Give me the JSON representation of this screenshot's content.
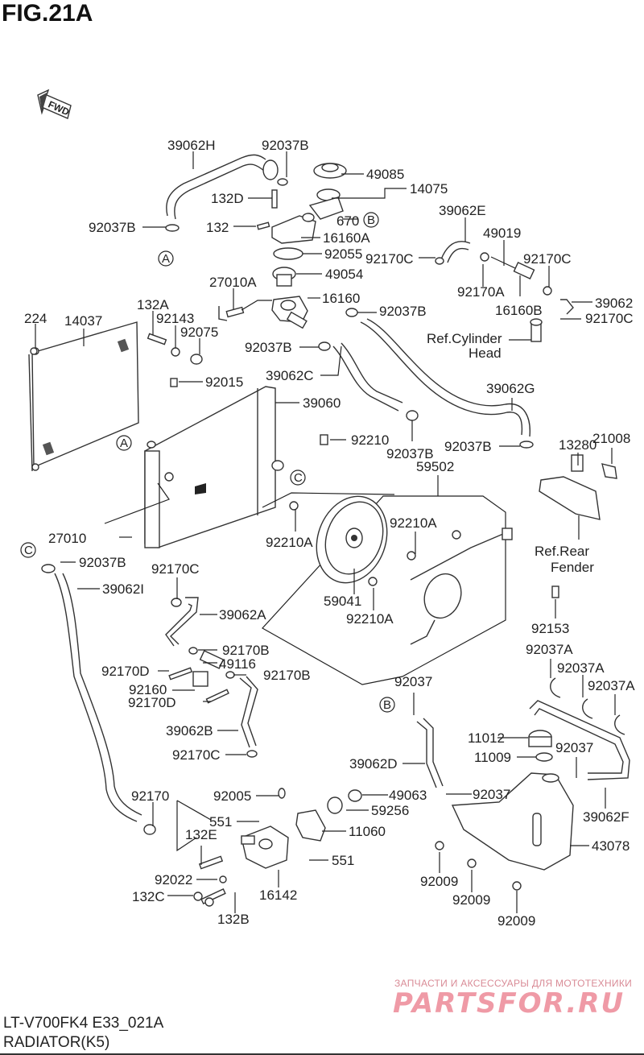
{
  "figure": {
    "title": "FIG.21A",
    "model_code": "LT-V700FK4 E33_021A",
    "section_name": "RADIATOR(K5)"
  },
  "direction_marker": {
    "icon": "fwd-arrow-icon",
    "label": "FWD"
  },
  "watermark": {
    "tagline": "ЗАПЧАСТИ И АКСЕССУАРЫ ДЛЯ МОТОТЕХНИКИ",
    "brand": "PARTSFOR.RU",
    "color": "#ef9aa6"
  },
  "reference_markers": [
    "A",
    "B",
    "C"
  ],
  "callouts": [
    {
      "id": "c01",
      "label": "39062H"
    },
    {
      "id": "c02",
      "label": "92037B"
    },
    {
      "id": "c03",
      "label": "49085"
    },
    {
      "id": "c04",
      "label": "14075"
    },
    {
      "id": "c05",
      "label": "132D"
    },
    {
      "id": "c06",
      "label": "670"
    },
    {
      "id": "c07",
      "label": "92037B"
    },
    {
      "id": "c08",
      "label": "132"
    },
    {
      "id": "c09",
      "label": "16160A"
    },
    {
      "id": "c10",
      "label": "92055"
    },
    {
      "id": "c11",
      "label": "49054"
    },
    {
      "id": "c12",
      "label": "39062E"
    },
    {
      "id": "c13",
      "label": "49019"
    },
    {
      "id": "c14",
      "label": "92170C"
    },
    {
      "id": "c15",
      "label": "92170C"
    },
    {
      "id": "c16",
      "label": "92170A"
    },
    {
      "id": "c17",
      "label": "16160B"
    },
    {
      "id": "c18",
      "label": "39062"
    },
    {
      "id": "c19",
      "label": "92170C"
    },
    {
      "id": "c20",
      "label": "Ref.Cylinder"
    },
    {
      "id": "c21",
      "label": "Head"
    },
    {
      "id": "c22",
      "label": "27010A"
    },
    {
      "id": "c23",
      "label": "16160"
    },
    {
      "id": "c24",
      "label": "92037B"
    },
    {
      "id": "c25",
      "label": "224"
    },
    {
      "id": "c26",
      "label": "14037"
    },
    {
      "id": "c27",
      "label": "132A"
    },
    {
      "id": "c28",
      "label": "92143"
    },
    {
      "id": "c29",
      "label": "92075"
    },
    {
      "id": "c30",
      "label": "92037B"
    },
    {
      "id": "c31",
      "label": "92015"
    },
    {
      "id": "c32",
      "label": "39062C"
    },
    {
      "id": "c33",
      "label": "39060"
    },
    {
      "id": "c34",
      "label": "39062G"
    },
    {
      "id": "c35",
      "label": "92210"
    },
    {
      "id": "c36",
      "label": "92037B"
    },
    {
      "id": "c37",
      "label": "92037B"
    },
    {
      "id": "c38",
      "label": "13280"
    },
    {
      "id": "c39",
      "label": "21008"
    },
    {
      "id": "c40",
      "label": "59502"
    },
    {
      "id": "c41",
      "label": "92210A"
    },
    {
      "id": "c42",
      "label": "92210A"
    },
    {
      "id": "c43",
      "label": "27010"
    },
    {
      "id": "c44",
      "label": "Ref.Rear"
    },
    {
      "id": "c45",
      "label": "Fender"
    },
    {
      "id": "c46",
      "label": "92037B"
    },
    {
      "id": "c47",
      "label": "92170C"
    },
    {
      "id": "c48",
      "label": "39062I"
    },
    {
      "id": "c49",
      "label": "59041"
    },
    {
      "id": "c50",
      "label": "92210A"
    },
    {
      "id": "c51",
      "label": "39062A"
    },
    {
      "id": "c52",
      "label": "92153"
    },
    {
      "id": "c53",
      "label": "92170B"
    },
    {
      "id": "c54",
      "label": "49116"
    },
    {
      "id": "c55",
      "label": "92037A"
    },
    {
      "id": "c56",
      "label": "92170D"
    },
    {
      "id": "c57",
      "label": "92170B"
    },
    {
      "id": "c58",
      "label": "92037A"
    },
    {
      "id": "c59",
      "label": "92160"
    },
    {
      "id": "c60",
      "label": "92037"
    },
    {
      "id": "c61",
      "label": "92037A"
    },
    {
      "id": "c62",
      "label": "92170D"
    },
    {
      "id": "c63",
      "label": "39062B"
    },
    {
      "id": "c64",
      "label": "11012"
    },
    {
      "id": "c65",
      "label": "92037"
    },
    {
      "id": "c66",
      "label": "92170C"
    },
    {
      "id": "c67",
      "label": "11009"
    },
    {
      "id": "c68",
      "label": "39062D"
    },
    {
      "id": "c69",
      "label": "92170"
    },
    {
      "id": "c70",
      "label": "92005"
    },
    {
      "id": "c71",
      "label": "49063"
    },
    {
      "id": "c72",
      "label": "92037"
    },
    {
      "id": "c73",
      "label": "551"
    },
    {
      "id": "c74",
      "label": "59256"
    },
    {
      "id": "c75",
      "label": "39062F"
    },
    {
      "id": "c76",
      "label": "132E"
    },
    {
      "id": "c77",
      "label": "11060"
    },
    {
      "id": "c78",
      "label": "43078"
    },
    {
      "id": "c79",
      "label": "551"
    },
    {
      "id": "c80",
      "label": "92022"
    },
    {
      "id": "c81",
      "label": "92009"
    },
    {
      "id": "c82",
      "label": "132C"
    },
    {
      "id": "c83",
      "label": "16142"
    },
    {
      "id": "c84",
      "label": "92009"
    },
    {
      "id": "c85",
      "label": "132B"
    },
    {
      "id": "c86",
      "label": "92009"
    }
  ]
}
